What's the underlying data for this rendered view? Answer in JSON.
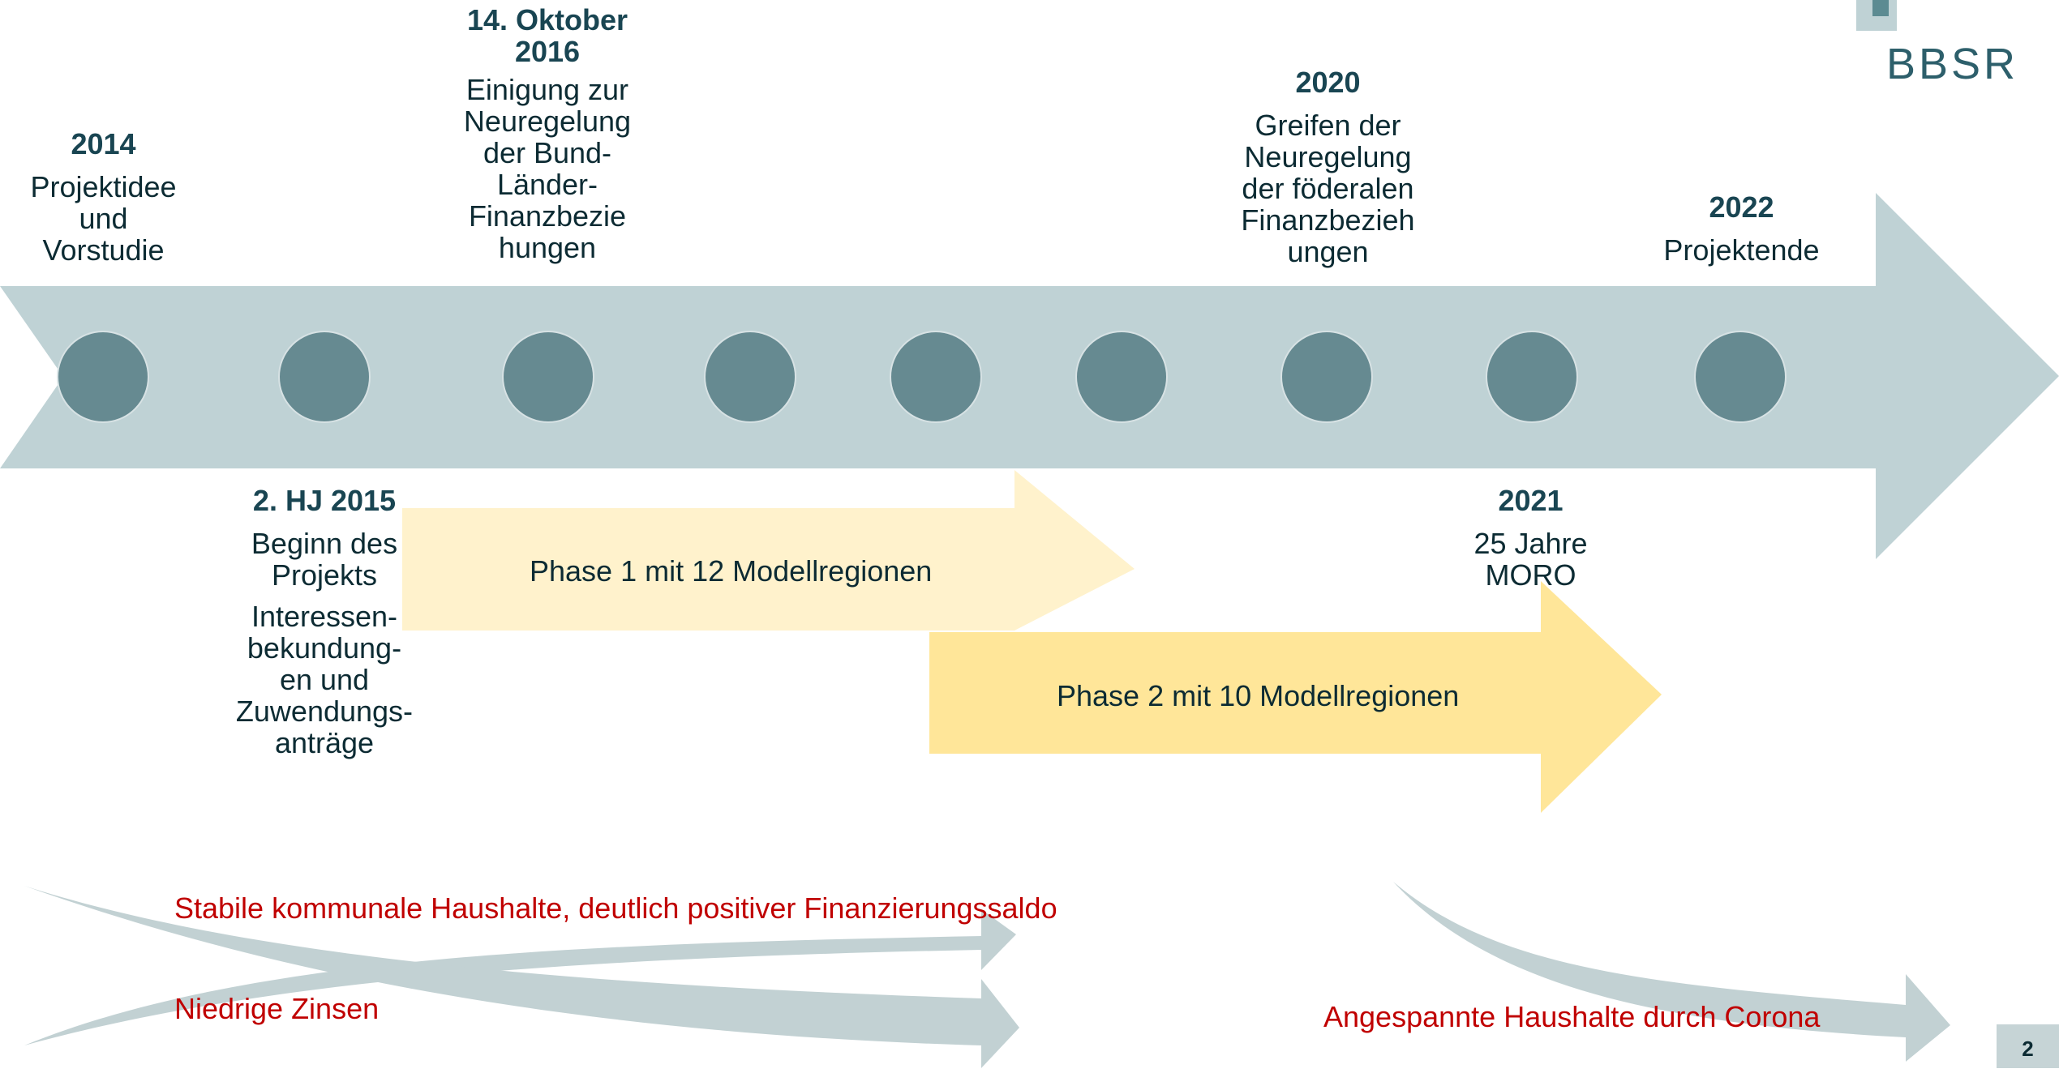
{
  "brand": {
    "logo_text": "BBSR",
    "page_number": "2"
  },
  "colors": {
    "main_arrow": "#bfd2d5",
    "milestone": "#668a91",
    "phase1": "#fff2cc",
    "phase2": "#ffe699",
    "trend_arrow": "#c2d1d3",
    "trend_text": "#c00000",
    "heading": "#194552"
  },
  "milestones_top": [
    {
      "year": "2014",
      "text": "Projektidee\nund\nVorstudie"
    },
    {
      "year": "14. Oktober\n2016",
      "text": "Einigung zur\nNeuregelung\nder Bund-\nLänder-\nFinanzbezie\nhungen"
    },
    {
      "year": "2020",
      "text": "Greifen der\nNeuregelung\nder föderalen\nFinanzbezieh\nungen"
    },
    {
      "year": "2022",
      "text": "Projektende"
    }
  ],
  "milestones_bottom": [
    {
      "year": "2. HJ 2015",
      "text": "Beginn des\nProjekts",
      "text2": "Interessen-\nbekundung-\nen und\nZuwendungs-\nanträge"
    },
    {
      "year": "2021",
      "text": "25 Jahre\nMORO"
    }
  ],
  "phases": [
    {
      "label": "Phase 1 mit 12 Modellregionen"
    },
    {
      "label": "Phase 2 mit 10 Modellregionen"
    }
  ],
  "trends": [
    {
      "label": "Stabile kommunale Haushalte, deutlich positiver Finanzierungssaldo"
    },
    {
      "label": "Niedrige Zinsen"
    },
    {
      "label": "Angespannte Haushalte durch Corona"
    }
  ]
}
